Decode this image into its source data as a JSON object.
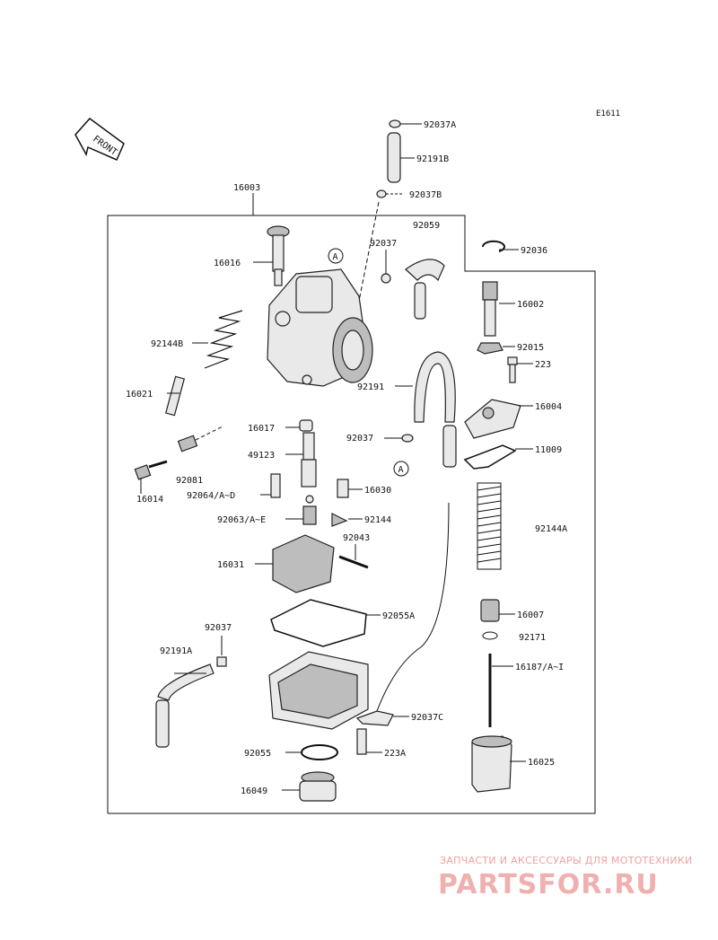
{
  "diagram": {
    "code": "E1611",
    "front_label": "FRONT",
    "callout_a": "A",
    "assembly_label": "16003",
    "labels": {
      "l92037a": "92037A",
      "l92191b": "92191B",
      "l92037b": "92037B",
      "l92059": "92059",
      "l92037_top": "92037",
      "l92036": "92036",
      "l16016": "16016",
      "l16002": "16002",
      "l92144b": "92144B",
      "l92015": "92015",
      "l223": "223",
      "l16021": "16021",
      "l92191": "92191",
      "l16004": "16004",
      "l16017": "16017",
      "l92037_mid": "92037",
      "l49123": "49123",
      "l11009": "11009",
      "l92081": "92081",
      "l16014": "16014",
      "l92064": "92064/A~D",
      "l16030": "16030",
      "l92063": "92063/A~E",
      "l92144": "92144",
      "l92144a": "92144A",
      "l92043": "92043",
      "l16031": "16031",
      "l16007": "16007",
      "l92037_low": "92037",
      "l92055a": "92055A",
      "l92171": "92171",
      "l92191a": "92191A",
      "l16187": "16187/A~I",
      "l92037c": "92037C",
      "l92055": "92055",
      "l223a": "223A",
      "l16025": "16025",
      "l16049": "16049"
    }
  },
  "watermark": {
    "tagline": "ЗАПЧАСТИ И АКСЕССУАРЫ ДЛЯ МОТОТЕХНИКИ",
    "brand": "PARTSFOR.RU",
    "color": "#f0a0a0"
  }
}
